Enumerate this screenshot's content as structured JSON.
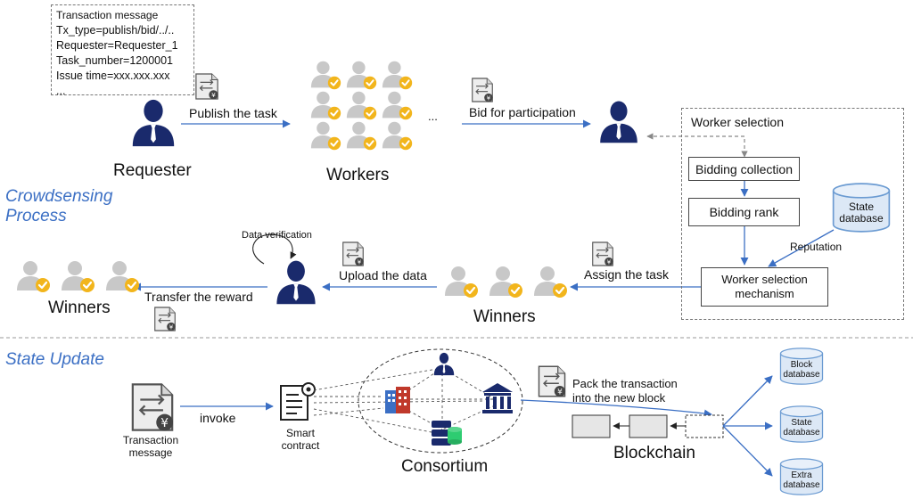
{
  "transaction_message": {
    "title": "Transaction message",
    "lines": [
      "Tx_type=publish/bid/../..",
      "Requester=Requester_1",
      "Task_number=1200001",
      "Issue time=xxx.xxx.xxx",
      "..."
    ]
  },
  "sections": {
    "crowdsensing_line1": "Crowdsensing",
    "crowdsensing_line2": "Process",
    "state_update": "State Update"
  },
  "actors": {
    "requester": "Requester",
    "workers": "Workers",
    "winners_left": "Winners",
    "winners_mid": "Winners",
    "ellipsis": "..."
  },
  "actions": {
    "publish": "Publish the task",
    "bid": "Bid for participation",
    "data_verification": "Data verification",
    "upload": "Upload the data",
    "transfer_reward": "Transfer the reward",
    "assign_task": "Assign the task",
    "reputation": "Reputation",
    "invoke": "invoke",
    "pack_line1": "Pack the transaction",
    "pack_line2": "into the new block"
  },
  "worker_selection": {
    "title": "Worker selection",
    "bidding_collection": "Bidding collection",
    "bidding_rank": "Bidding rank",
    "mechanism_line1": "Worker selection",
    "mechanism_line2": "mechanism"
  },
  "state_database": {
    "line1": "State",
    "line2": "database"
  },
  "state_update": {
    "tx_message_line1": "Transaction",
    "tx_message_line2": "message",
    "smart_contract_line1": "Smart",
    "smart_contract_line2": "contract",
    "consortium": "Consortium",
    "blockchain": "Blockchain"
  },
  "databases": [
    {
      "line1": "Block",
      "line2": "database"
    },
    {
      "line1": "State",
      "line2": "database"
    },
    {
      "line1": "Extra",
      "line2": "database"
    }
  ],
  "colors": {
    "navy": "#1a2a6c",
    "arrow_blue": "#3b6fc4",
    "section_blue": "#3b6fc4",
    "badge_orange": "#f2b51c",
    "db_fill": "#dce8f6",
    "db_stroke": "#6b9bd2",
    "person_grey": "#c8c8c8"
  }
}
